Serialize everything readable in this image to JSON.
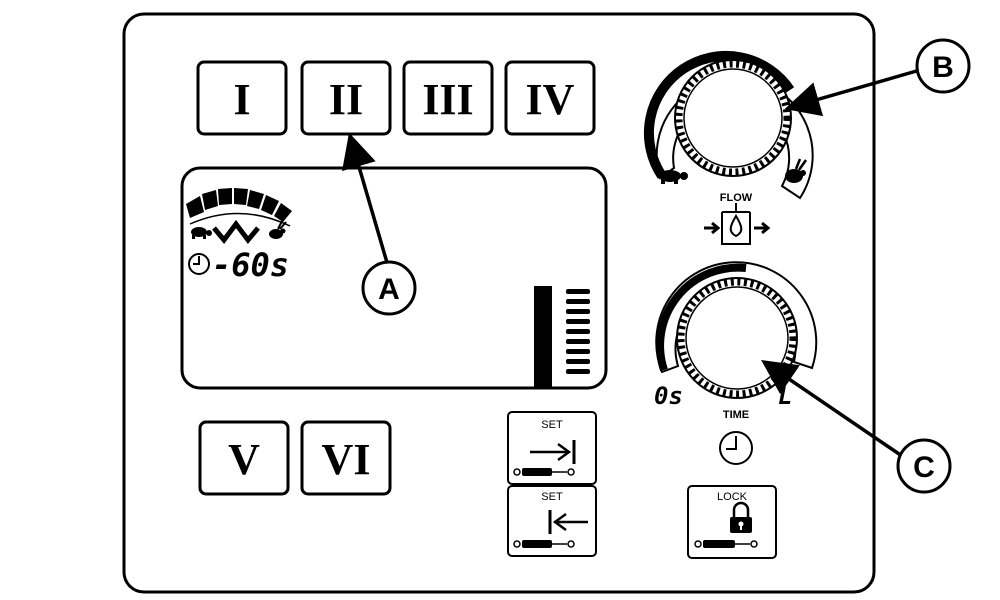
{
  "program_buttons": [
    "I",
    "II",
    "III",
    "IV",
    "V",
    "VI"
  ],
  "display": {
    "time_readout": "-60s"
  },
  "flow_knob": {
    "label": "FLOW"
  },
  "time_knob": {
    "label": "TIME",
    "min_label": "0s",
    "max_label": "L"
  },
  "set_buttons": {
    "upper_label": "SET",
    "lower_label": "SET"
  },
  "lock_button": {
    "label": "LOCK"
  },
  "callouts": [
    "A",
    "B",
    "C"
  ],
  "icons": {
    "lcd_pulse": "pulse-wave-icon",
    "lcd_clock": "clock-icon",
    "slow": "turtle-icon",
    "fast": "rabbit-icon",
    "flow": "gas-flow-icon",
    "time": "clock-icon",
    "lock": "padlock-icon",
    "set_next": "arrow-to-bar-icon",
    "set_prev": "arrow-from-bar-icon"
  }
}
